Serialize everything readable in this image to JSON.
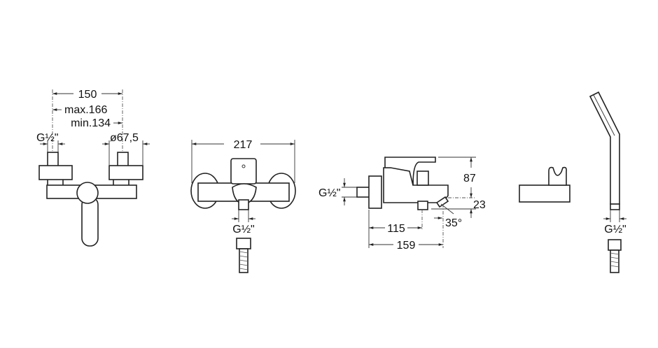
{
  "views": {
    "shower_mixer_front": {
      "dim_width": "150",
      "dim_max": "max.166",
      "dim_min": "min.134",
      "thread": "G½\"",
      "diameter": "ø67,5"
    },
    "bath_mixer_front": {
      "dim_width": "217",
      "thread": "G½\""
    },
    "bath_mixer_side": {
      "thread": "G½\"",
      "dim_height": "87",
      "dim_outlet": "23",
      "angle": "35°",
      "dim_outlet_depth": "115",
      "dim_depth": "159"
    },
    "handshower": {
      "thread": "G½\""
    }
  }
}
